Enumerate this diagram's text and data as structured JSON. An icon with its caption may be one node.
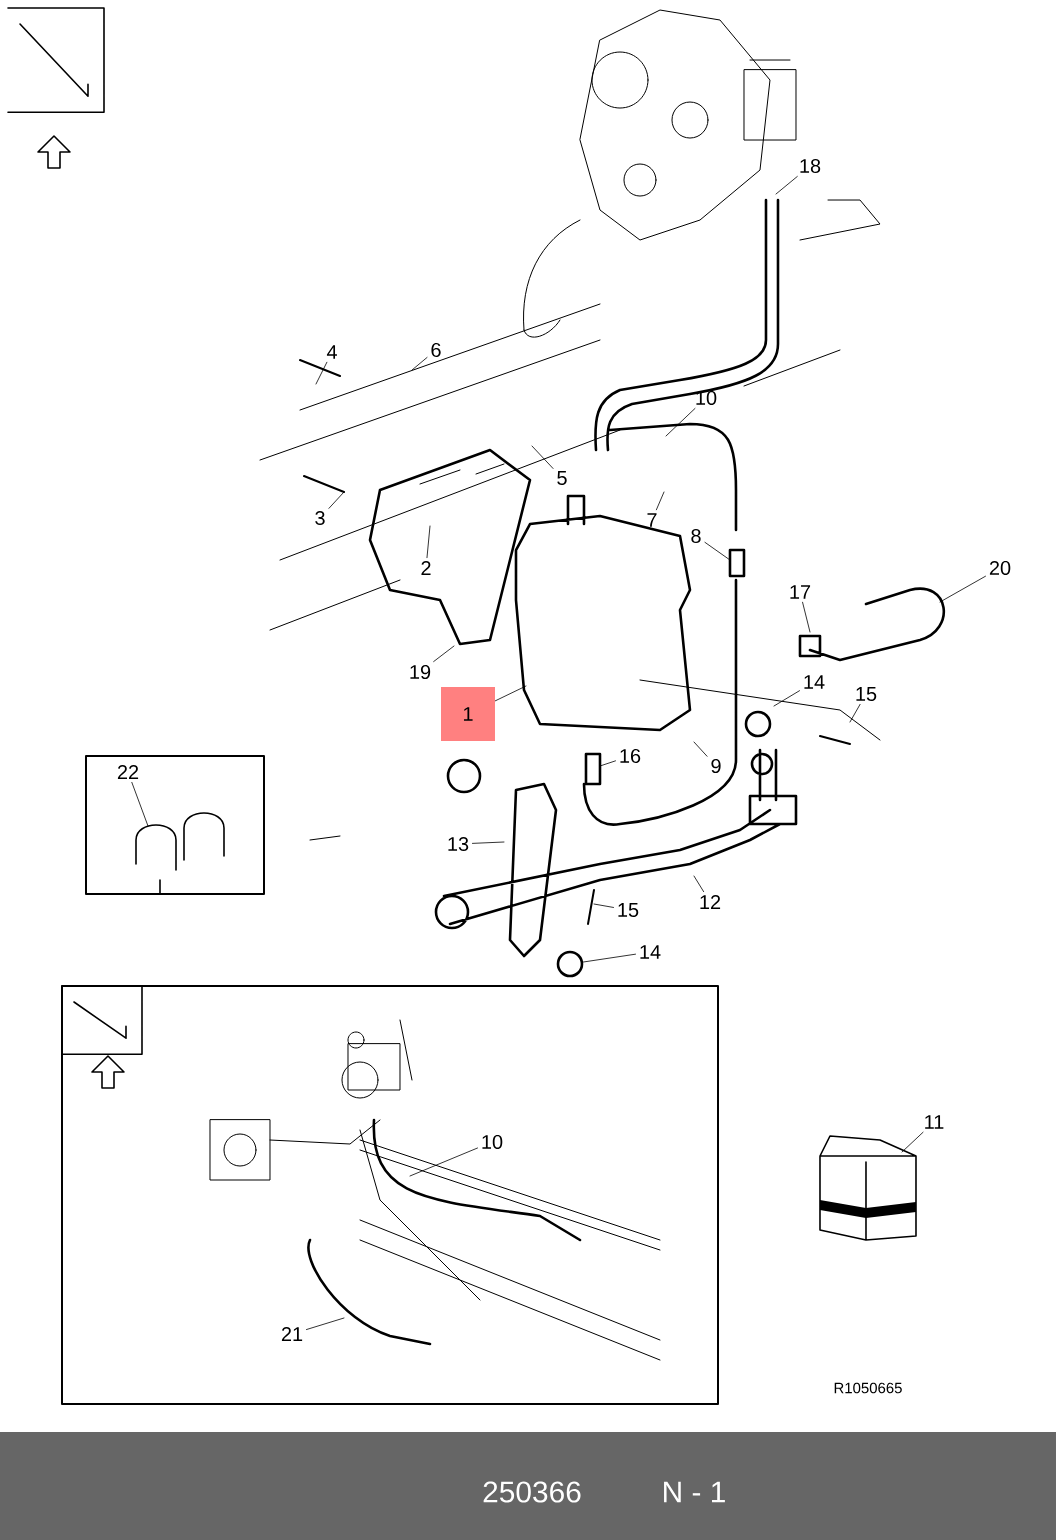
{
  "diagram": {
    "nodes": [
      {
        "text": [
          "18"
        ]
      },
      {
        "text": [
          "4"
        ]
      },
      {
        "text": [
          "6"
        ]
      },
      {
        "text": [
          "10"
        ]
      },
      {
        "text": [
          "5"
        ]
      },
      {
        "text": [
          "3"
        ]
      },
      {
        "text": [
          "2"
        ]
      },
      {
        "text": [
          "7"
        ]
      },
      {
        "text": [
          "8"
        ]
      },
      {
        "text": [
          "20"
        ]
      },
      {
        "text": [
          "17"
        ]
      },
      {
        "text": [
          "19"
        ]
      },
      {
        "text": [
          "1"
        ]
      },
      {
        "text": [
          "14"
        ]
      },
      {
        "text": [
          "15"
        ]
      },
      {
        "text": [
          "9"
        ]
      },
      {
        "text": [
          "16"
        ]
      },
      {
        "text": [
          "13"
        ]
      },
      {
        "text": [
          "12"
        ]
      },
      {
        "text": [
          "15"
        ]
      },
      {
        "text": [
          "14"
        ]
      },
      {
        "text": [],
        "shape": "box"
      },
      {
        "text": [
          "22"
        ],
        "in": 21
      },
      {
        "text": [],
        "shape": "box"
      },
      {
        "text": [
          "10"
        ],
        "in": 23
      },
      {
        "text": [
          "21"
        ],
        "in": 23
      },
      {
        "text": [
          "11"
        ]
      },
      {
        "text": [],
        "shape": "circle"
      }
    ],
    "edges": [
      {
        "from": 0,
        "to": null,
        "arrow": "none"
      },
      {
        "from": 1,
        "to": null,
        "arrow": "none"
      },
      {
        "from": 2,
        "to": null,
        "arrow": "none"
      },
      {
        "from": 3,
        "to": null,
        "arrow": "none"
      },
      {
        "from": 4,
        "to": null,
        "arrow": "none"
      },
      {
        "from": 5,
        "to": null,
        "arrow": "none"
      },
      {
        "from": 6,
        "to": null,
        "arrow": "none"
      },
      {
        "from": 7,
        "to": null,
        "arrow": "none"
      },
      {
        "from": 8,
        "to": null,
        "arrow": "none"
      },
      {
        "from": 9,
        "to": null,
        "arrow": "none"
      },
      {
        "from": 10,
        "to": null,
        "arrow": "none"
      },
      {
        "from": 11,
        "to": null,
        "arrow": "none"
      },
      {
        "from": 12,
        "to": null,
        "arrow": "none"
      },
      {
        "from": 13,
        "to": null,
        "arrow": "none"
      },
      {
        "from": 14,
        "to": null,
        "arrow": "none"
      },
      {
        "from": 15,
        "to": null,
        "arrow": "none"
      },
      {
        "from": 16,
        "to": null,
        "arrow": "none"
      },
      {
        "from": 17,
        "to": null,
        "arrow": "none"
      },
      {
        "from": 18,
        "to": null,
        "arrow": "none"
      },
      {
        "from": 19,
        "to": null,
        "arrow": "none"
      },
      {
        "from": 20,
        "to": 27,
        "arrow": "none"
      },
      {
        "from": 22,
        "to": null,
        "arrow": "none"
      },
      {
        "from": 24,
        "to": null,
        "arrow": "none"
      },
      {
        "from": 25,
        "to": null,
        "arrow": "none"
      },
      {
        "from": 26,
        "to": null,
        "arrow": "none"
      }
    ],
    "labels": [
      "R1050665",
      "250366",
      "N - 1"
    ]
  }
}
